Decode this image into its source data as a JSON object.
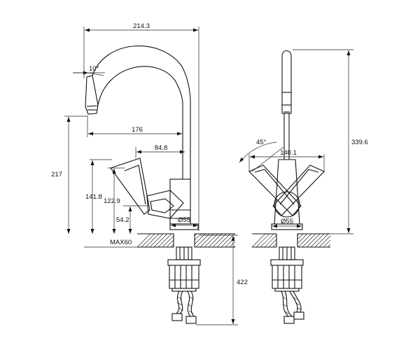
{
  "dimensions": {
    "overall_width": "214.3",
    "spout_angle": "10°",
    "spout_reach": "176",
    "handle_reach": "84.8",
    "total_height": "217",
    "handle_height": "141.8",
    "lever_height": "122.9",
    "base_height": "54.2",
    "base_diameter_side": "Ø55",
    "deck_thickness": "MAX60",
    "hose_length": "422",
    "handle_swing_angle": "45°",
    "handle_span": "140.1",
    "front_height": "339.6",
    "base_diameter_front": "Ø55"
  }
}
